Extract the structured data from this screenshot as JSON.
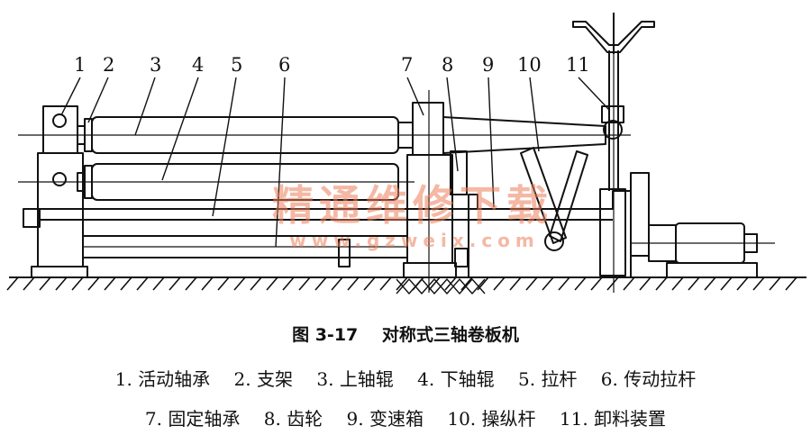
{
  "callouts": [
    "1",
    "2",
    "3",
    "4",
    "5",
    "6",
    "7",
    "8",
    "9",
    "10",
    "11"
  ],
  "watermark": {
    "main": "精通维修下载",
    "url": "www.gzweix.com"
  },
  "caption": {
    "number": "图 3-17",
    "title": "对称式三轴卷板机"
  },
  "legend": [
    {
      "num": "1.",
      "label": "活动轴承"
    },
    {
      "num": "2.",
      "label": "支架"
    },
    {
      "num": "3.",
      "label": "上轴辊"
    },
    {
      "num": "4.",
      "label": "下轴辊"
    },
    {
      "num": "5.",
      "label": "拉杆"
    },
    {
      "num": "6.",
      "label": "传动拉杆"
    },
    {
      "num": "7.",
      "label": "固定轴承"
    },
    {
      "num": "8.",
      "label": "齿轮"
    },
    {
      "num": "9.",
      "label": "变速箱"
    },
    {
      "num": "10.",
      "label": "操纵杆"
    },
    {
      "num": "11.",
      "label": "卸料装置"
    }
  ]
}
